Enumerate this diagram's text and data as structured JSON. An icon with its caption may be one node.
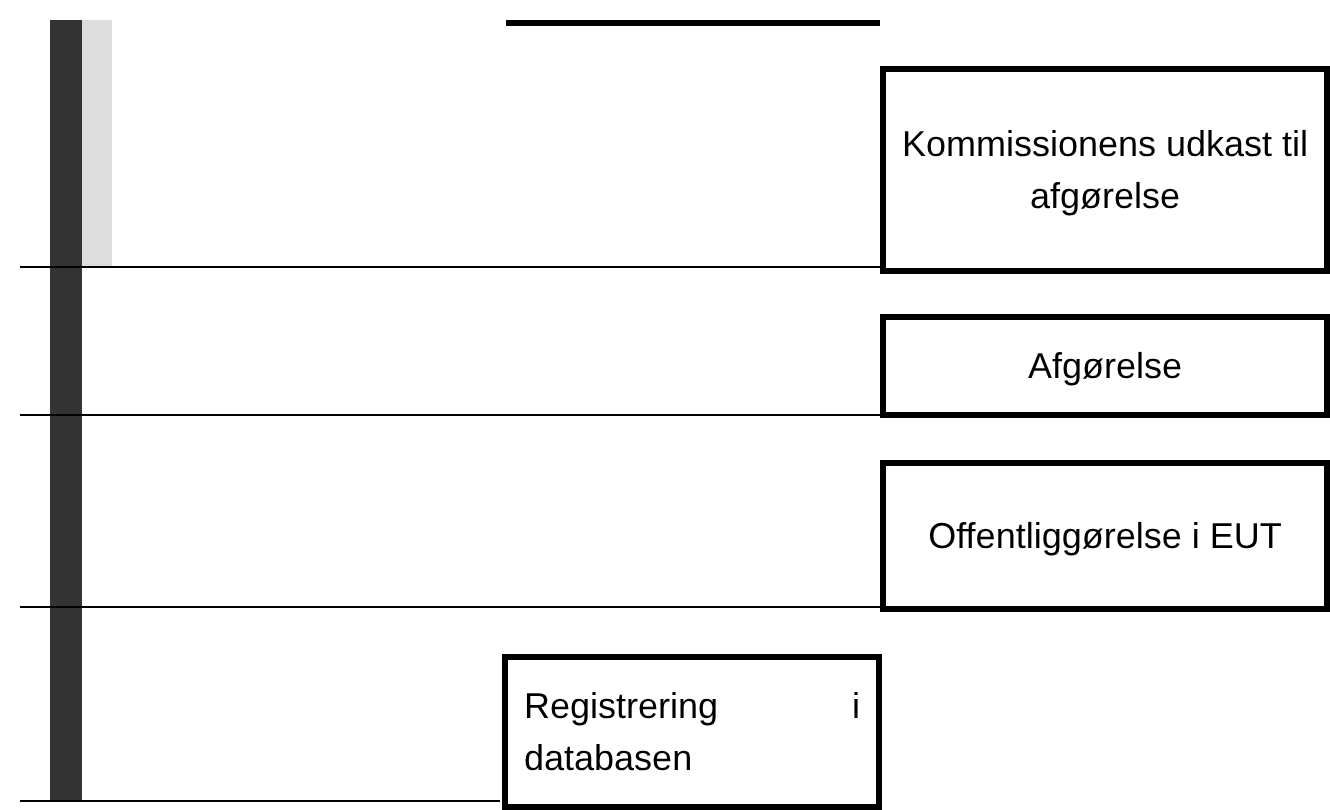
{
  "diagram": {
    "nodes": [
      {
        "text": [
          "Kommissionens udkast til afgørelse"
        ]
      },
      {
        "text": [
          "Afgørelse"
        ]
      },
      {
        "text": [
          "Offentliggørelse i EUT"
        ]
      },
      {
        "text": [
          "Registrering i databasen"
        ]
      }
    ]
  }
}
